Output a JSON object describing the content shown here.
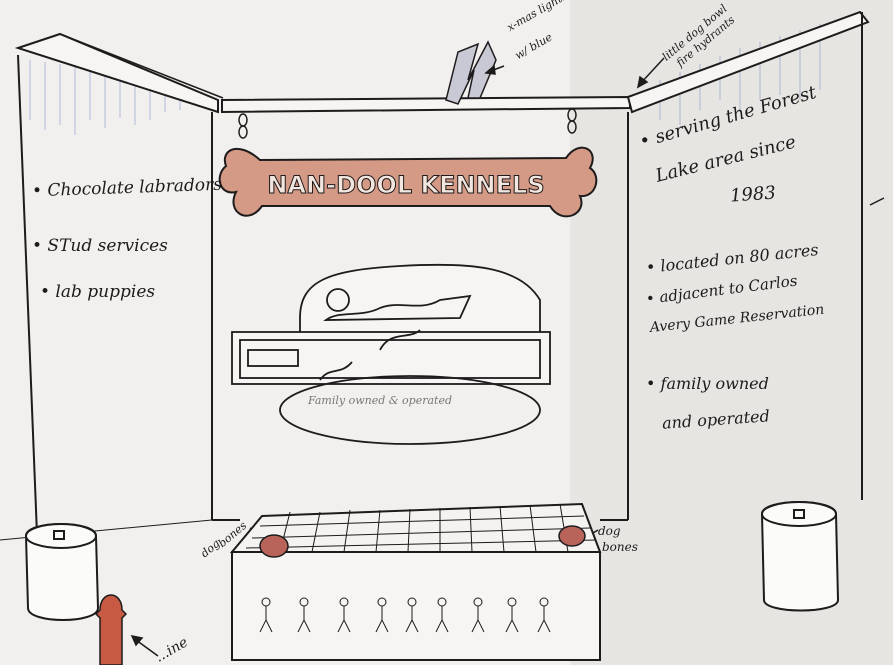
{
  "banner": {
    "text": "NAN-DOOL KENNELS"
  },
  "left_panel": {
    "items": [
      "• Chocolate labradors",
      "• STud services",
      "• lab puppies"
    ]
  },
  "right_panel": {
    "intro": [
      "• serving the Forest",
      "Lake area since",
      "1983"
    ],
    "items": [
      "• located on 80 acres",
      "• adjacent to Carlos",
      "Avery Game Reservation",
      "• family owned",
      "and operated"
    ]
  },
  "annotations": {
    "xmas": [
      "x-mas lights",
      "w/ blue"
    ],
    "dog_hydrants": [
      "little dog bowl",
      "fire hydrants"
    ],
    "dog_bones_left": [
      "dog",
      "bones"
    ],
    "dog_bones_right": [
      "dog",
      "bones"
    ],
    "bottom_left": "...ine"
  },
  "logo": {
    "subtitle": "Family owned & operated"
  },
  "colors": {
    "bone_fill": "#d59a86",
    "ink": "#1d1b1b",
    "pencil_blue": "#7f93c8",
    "bowl": "#b9645a"
  }
}
